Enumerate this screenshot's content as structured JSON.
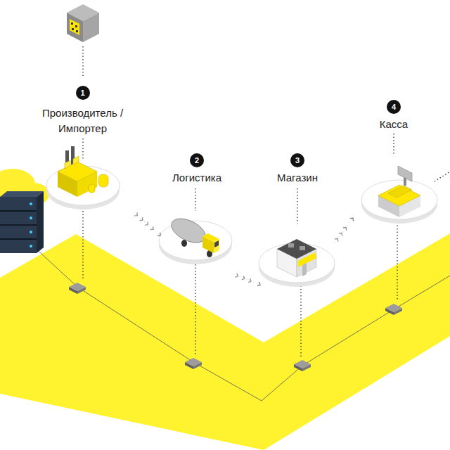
{
  "diagram": {
    "nodes": [
      {
        "text": [
          "1",
          "Производитель / Импортер"
        ]
      },
      {
        "text": [
          "2",
          "Логистика"
        ]
      },
      {
        "text": [
          "3",
          "Магазин"
        ]
      },
      {
        "text": [
          "4",
          "Касса"
        ]
      }
    ],
    "edges": [
      {
        "from": 0,
        "to": 1,
        "arrow": "to"
      },
      {
        "from": 1,
        "to": 2,
        "arrow": "to"
      },
      {
        "from": 2,
        "to": 3,
        "arrow": "to"
      }
    ]
  }
}
